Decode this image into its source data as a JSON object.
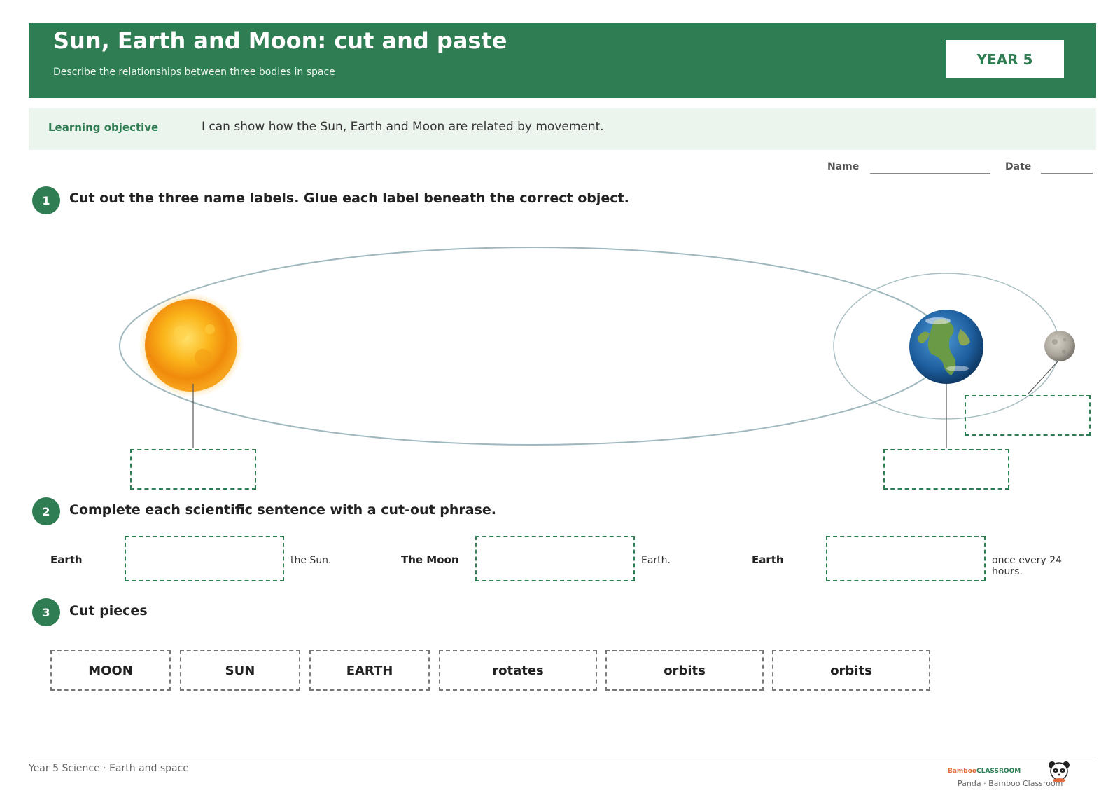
{
  "header": {
    "title": "Sun, Earth and Moon: cut and paste",
    "subtitle": "Describe the relationships between three bodies in space",
    "year": "YEAR 5"
  },
  "objective": {
    "label": "Learning objective",
    "text": "I can show how the Sun, Earth and Moon are related by movement."
  },
  "fields": {
    "name_label": "Name",
    "date_label": "Date"
  },
  "steps": [
    {
      "number": "1",
      "text": "Cut out the three name labels. Glue each label beneath the correct object."
    },
    {
      "number": "2",
      "text": "Complete each scientific sentence with a cut-out phrase."
    },
    {
      "number": "3",
      "text": "Cut pieces"
    }
  ],
  "sentences": [
    {
      "subject": "Earth",
      "ending": "the Sun."
    },
    {
      "subject": "The Moon",
      "ending": "Earth."
    },
    {
      "subject": "Earth",
      "ending": "once every 24 hours."
    }
  ],
  "cut_pieces": [
    "MOON",
    "SUN",
    "EARTH",
    "rotates",
    "orbits",
    "orbits"
  ],
  "footer": {
    "course": "Year 5 Science · Earth and space",
    "brand_part1": "Bamboo",
    "brand_part2": "CLASSROOM",
    "brand_caption": "Panda · Bamboo Classroom"
  },
  "colors": {
    "brand_green": "#2f7d52",
    "objective_bg": "#ebf5ee",
    "orbit_line": "#9fb8bd"
  }
}
